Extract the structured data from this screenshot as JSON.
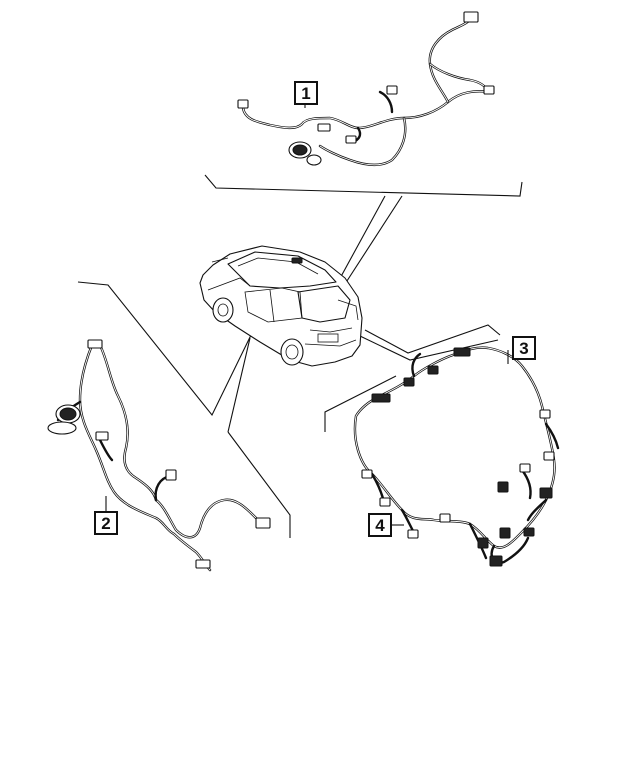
{
  "callouts": {
    "c1": "1",
    "c2": "2",
    "c3": "3",
    "c4": "4"
  },
  "parts": [
    {
      "callout": "1",
      "kind": "wiring-harness-upper"
    },
    {
      "callout": "2",
      "kind": "wiring-harness-left"
    },
    {
      "callout": "3",
      "kind": "wiring-harness-large-loop"
    },
    {
      "callout": "4",
      "kind": "wiring-harness-large-loop-branch"
    }
  ]
}
